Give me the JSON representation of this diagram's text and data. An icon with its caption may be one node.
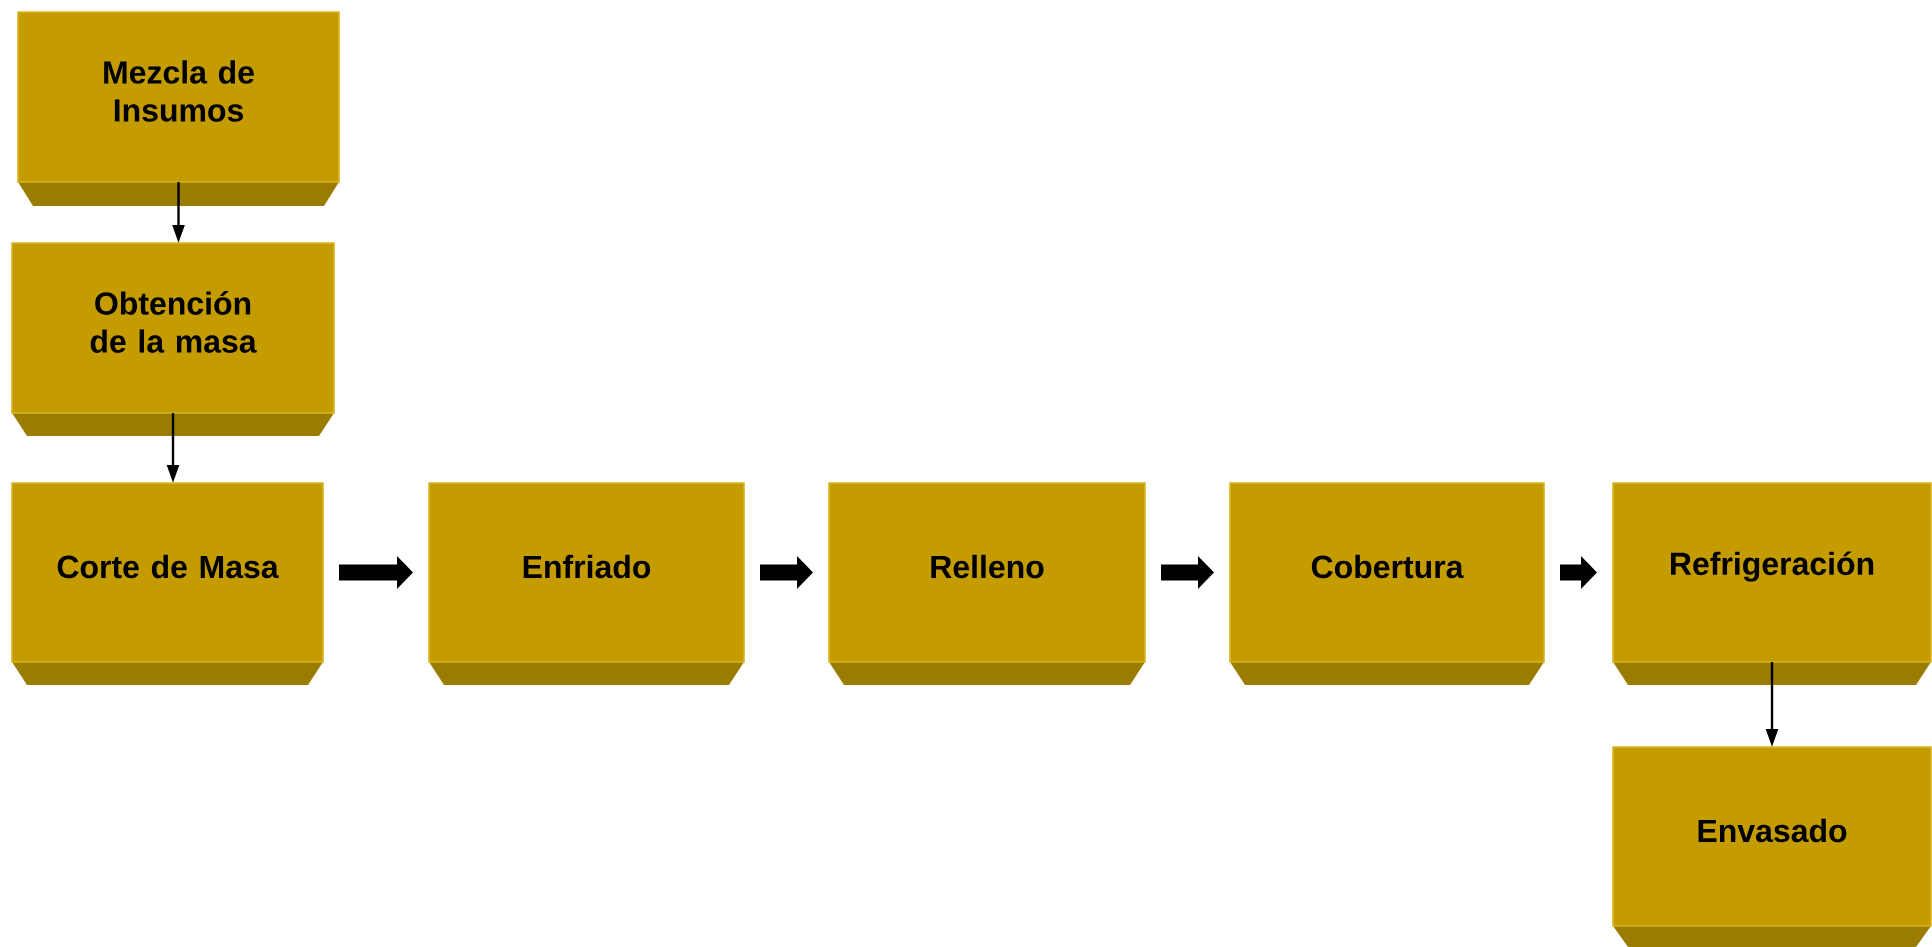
{
  "diagram": {
    "nodes": [
      {
        "text": [
          "Mezcla de Insumos"
        ]
      },
      {
        "text": [
          "Obtención de la masa"
        ]
      },
      {
        "text": [
          "Corte de Masa"
        ]
      },
      {
        "text": [
          "Enfriado"
        ]
      },
      {
        "text": [
          "Relleno"
        ]
      },
      {
        "text": [
          "Cobertura"
        ]
      },
      {
        "text": [
          "Refrigeración"
        ]
      },
      {
        "text": [
          "Envasado"
        ]
      }
    ],
    "edges": [
      {
        "from": 0,
        "to": 1,
        "arrow": "to"
      },
      {
        "from": 1,
        "to": 2,
        "arrow": "to"
      },
      {
        "from": 2,
        "to": 3,
        "arrow": "to"
      },
      {
        "from": 3,
        "to": 4,
        "arrow": "to"
      },
      {
        "from": 4,
        "to": 5,
        "arrow": "to"
      },
      {
        "from": 5,
        "to": 6,
        "arrow": "to"
      },
      {
        "from": 6,
        "to": 7,
        "arrow": "to"
      }
    ]
  }
}
